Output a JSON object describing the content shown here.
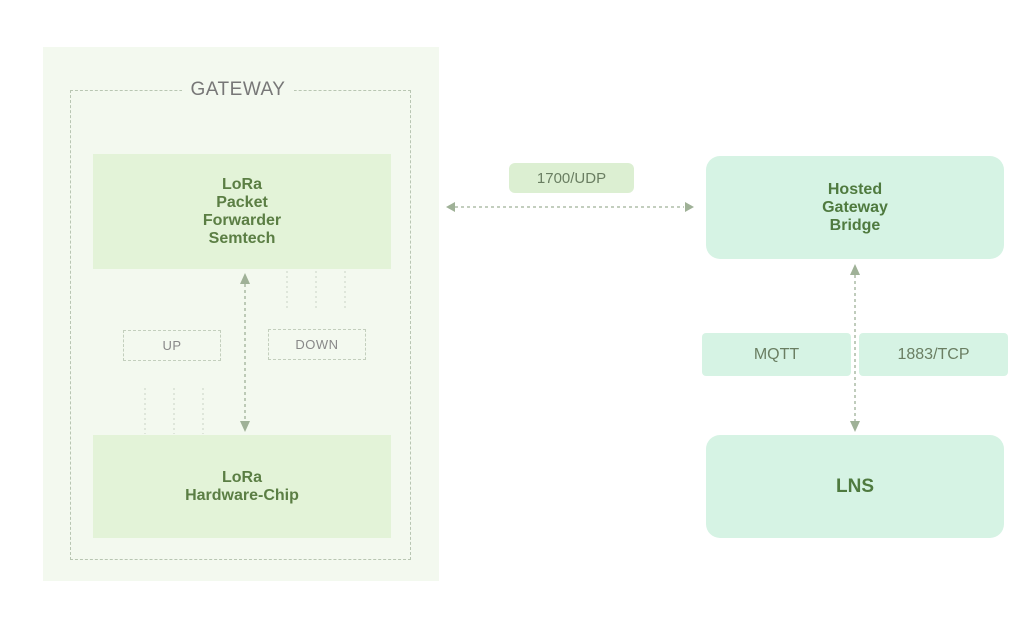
{
  "gateway": {
    "title": "GATEWAY",
    "packet_forwarder": {
      "lines": [
        "LoRa",
        "Packet",
        "Forwarder",
        "Semtech"
      ]
    },
    "hardware_chip": {
      "lines": [
        "LoRa",
        "Hardware-Chip"
      ]
    },
    "up_label": "UP",
    "down_label": "DOWN"
  },
  "link_udp": {
    "label": "1700/UDP"
  },
  "bridge": {
    "lines": [
      "Hosted",
      "Gateway",
      "Bridge"
    ]
  },
  "link_mqtt": {
    "protocol": "MQTT",
    "port": "1883/TCP"
  },
  "lns": {
    "label": "LNS"
  },
  "colors": {
    "gateway_panel": "#f3f9ef",
    "gateway_component": "#e3f3d8",
    "cloud_component": "#d6f3e4",
    "connector": "#9fb197",
    "text_green": "#5b7e44"
  }
}
